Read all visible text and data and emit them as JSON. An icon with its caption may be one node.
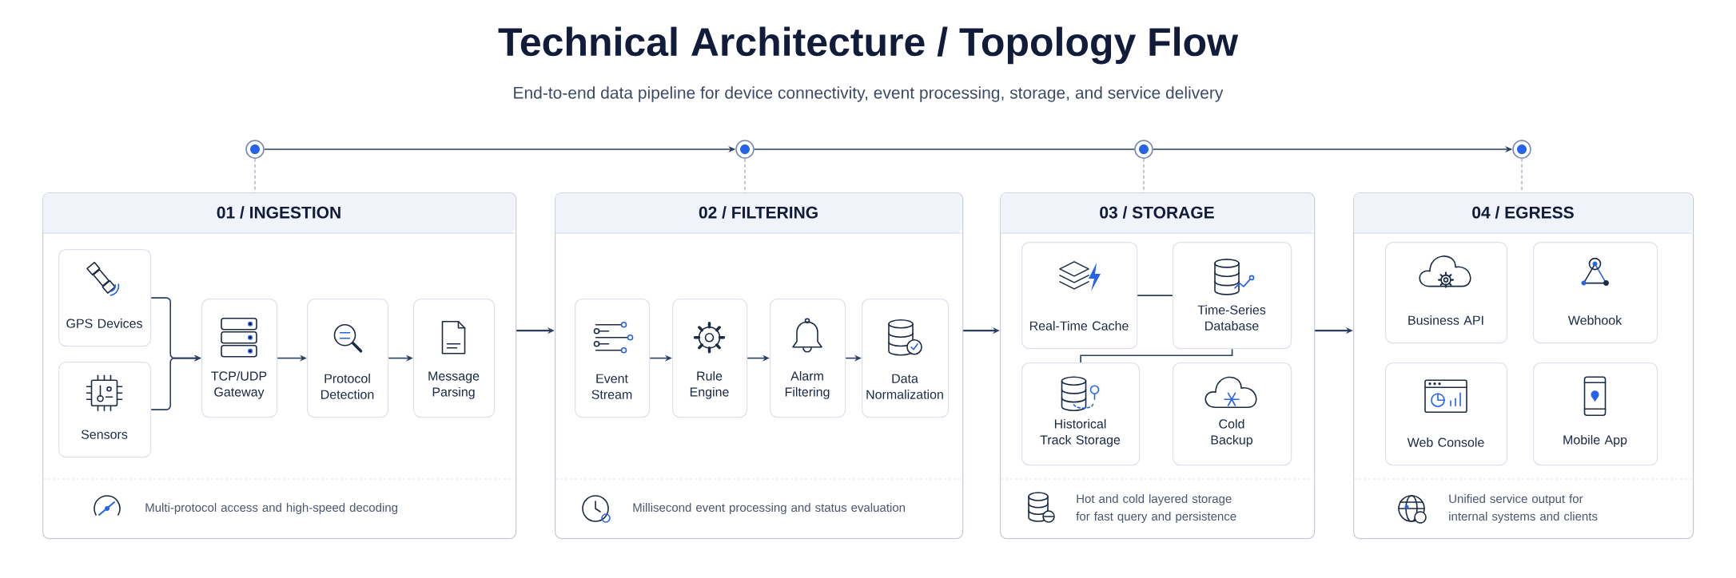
{
  "diagram": {
    "title": "Technical Architecture / Topology Flow",
    "nodes": [
      {
        "text": [],
        "shape": "circle"
      },
      {
        "text": [],
        "shape": "circle"
      },
      {
        "text": [],
        "shape": "circle"
      },
      {
        "text": [],
        "shape": "circle"
      },
      {
        "text": [
          "01 / INGESTION",
          "Multi-protocol access and high-speed decoding"
        ]
      },
      {
        "text": [
          "GPS Devices"
        ],
        "in": 4
      },
      {
        "text": [
          "Sensors"
        ],
        "in": 4
      },
      {
        "text": [
          "TCP/UDP Gateway"
        ],
        "in": 4
      },
      {
        "text": [
          "Protocol Detection"
        ],
        "in": 4
      },
      {
        "text": [
          "Message Parsing"
        ],
        "in": 4
      },
      {
        "text": [
          "02 / FILTERING",
          "Millisecond event processing and status evaluation"
        ]
      },
      {
        "text": [
          "Event Stream"
        ],
        "in": 10
      },
      {
        "text": [
          "Rule Engine"
        ],
        "in": 10
      },
      {
        "text": [
          "Alarm Filtering"
        ],
        "in": 10
      },
      {
        "text": [
          "Data Normalization"
        ],
        "in": 10
      },
      {
        "text": [
          "03 / STORAGE",
          "Hot and cold layered storage for fast query and persistence"
        ]
      },
      {
        "text": [
          "Real-Time Cache"
        ],
        "in": 15
      },
      {
        "text": [
          "Time-Series Database"
        ],
        "in": 15
      },
      {
        "text": [
          "Historical Track Storage"
        ],
        "in": 15
      },
      {
        "text": [
          "Cold Backup"
        ],
        "in": 15
      },
      {
        "text": [
          "04 / EGRESS",
          "Unified service output for internal systems and clients"
        ]
      },
      {
        "text": [
          "Business API"
        ],
        "in": 20
      },
      {
        "text": [
          "Webhook"
        ],
        "in": 20
      },
      {
        "text": [
          "Web Console"
        ],
        "in": 20
      },
      {
        "text": [
          "Mobile App"
        ],
        "in": 20
      }
    ],
    "edges": [
      {
        "from": 0,
        "to": 1,
        "arrow": "to"
      },
      {
        "from": 1,
        "to": 2,
        "arrow": "none"
      },
      {
        "from": 2,
        "to": 3,
        "arrow": "to"
      },
      {
        "from": 0,
        "to": 4,
        "arrow": "none",
        "style": "dashed",
        "color": "#8a97b3"
      },
      {
        "from": 1,
        "to": 10,
        "arrow": "none",
        "style": "dashed",
        "color": "#8a97b3"
      },
      {
        "from": 2,
        "to": 15,
        "arrow": "none",
        "style": "dashed",
        "color": "#8a97b3"
      },
      {
        "from": 3,
        "to": 20,
        "arrow": "none",
        "style": "dashed",
        "color": "#8a97b3"
      },
      {
        "from": 4,
        "to": 10,
        "arrow": "to"
      },
      {
        "from": 10,
        "to": 15,
        "arrow": "to"
      },
      {
        "from": 15,
        "to": 20,
        "arrow": "to"
      },
      {
        "from": 5,
        "to": 7,
        "arrow": "to"
      },
      {
        "from": 6,
        "to": 7,
        "arrow": "to"
      },
      {
        "from": 7,
        "to": 8,
        "arrow": "to"
      },
      {
        "from": 8,
        "to": 9,
        "arrow": "to"
      },
      {
        "from": 11,
        "to": 12,
        "arrow": "to"
      },
      {
        "from": 12,
        "to": 13,
        "arrow": "to"
      },
      {
        "from": 13,
        "to": 14,
        "arrow": "to"
      },
      {
        "from": 16,
        "to": 17,
        "arrow": "none"
      },
      {
        "from": 17,
        "to": 18,
        "arrow": "none"
      }
    ],
    "labels": [
      "End-to-end data pipeline for device connectivity, event processing, storage, and service delivery"
    ]
  }
}
